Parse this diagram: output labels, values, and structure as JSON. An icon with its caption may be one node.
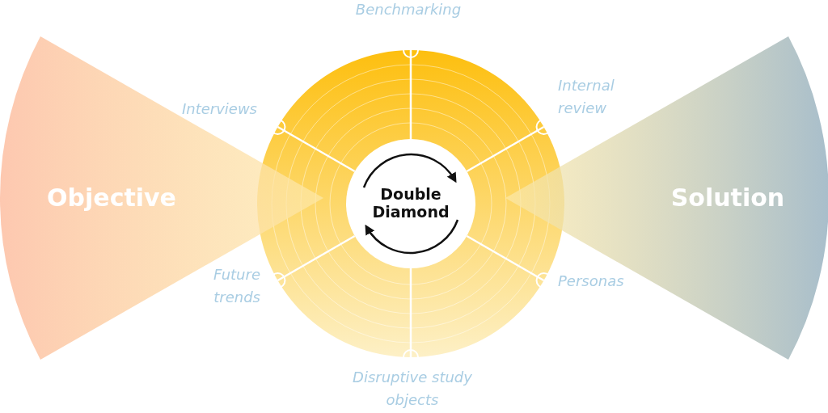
{
  "diagram": {
    "nodes": [
      {
        "text": [
          "Objective"
        ]
      },
      {
        "text": [
          "Solution"
        ]
      },
      {
        "text": [
          "Double Diamond"
        ]
      }
    ],
    "labels": [
      "Benchmarking",
      "Interviews",
      "Internal review",
      "Future trends",
      "Personas",
      "Disruptive study objects"
    ]
  }
}
